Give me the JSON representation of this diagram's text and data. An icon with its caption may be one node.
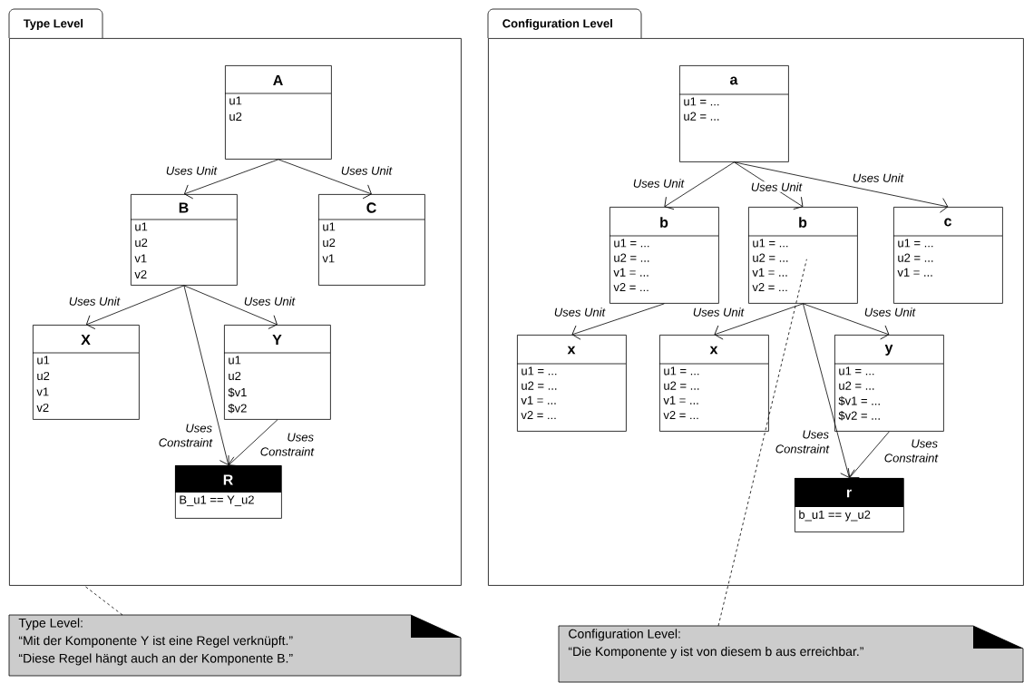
{
  "diagram": {
    "nodes": [
      {
        "text": [
          "Type Level"
        ]
      },
      {
        "text": [
          "A",
          "u1",
          "u2"
        ],
        "in": 0
      },
      {
        "text": [
          "B",
          "u1",
          "u2",
          "v1",
          "v2"
        ],
        "in": 0
      },
      {
        "text": [
          "C",
          "u1",
          "u2",
          "v1"
        ],
        "in": 0
      },
      {
        "text": [
          "X",
          "u1",
          "u2",
          "v1",
          "v2"
        ],
        "in": 0
      },
      {
        "text": [
          "Y",
          "u1",
          "u2",
          "$v1",
          "$v2"
        ],
        "in": 0
      },
      {
        "text": [
          "R",
          "B_u1 == Y_u2"
        ],
        "in": 0
      },
      {
        "text": [
          "Configuration Level"
        ]
      },
      {
        "text": [
          "a",
          "u1 = ...",
          "u2 = ..."
        ],
        "in": 7
      },
      {
        "text": [
          "b",
          "u1 = ...",
          "u2 = ...",
          "v1 = ...",
          "v2 = ..."
        ],
        "in": 7
      },
      {
        "text": [
          "b",
          "u1 = ...",
          "u2 = ...",
          "v1 = ...",
          "v2 = ..."
        ],
        "in": 7
      },
      {
        "text": [
          "c",
          "u1 = ...",
          "u2 = ...",
          "v1 = ..."
        ],
        "in": 7
      },
      {
        "text": [
          "x",
          "u1 = ...",
          "u2 = ...",
          "v1 = ...",
          "v2 = ..."
        ],
        "in": 7
      },
      {
        "text": [
          "x",
          "u1 = ...",
          "u2 = ...",
          "v1 = ...",
          "v2 = ..."
        ],
        "in": 7
      },
      {
        "text": [
          "y",
          "u1 = ...",
          "u2 = ...",
          "$v1 = ...",
          "$v2 = ..."
        ],
        "in": 7
      },
      {
        "text": [
          "r",
          "b_u1 == y_u2"
        ],
        "in": 7
      },
      {
        "text": [
          "Type Level:",
          "“Mit der Komponente Y ist eine Regel verknüpft.”",
          "“Diese Regel hängt auch an der Komponente B.”"
        ]
      },
      {
        "text": [
          "Configuration Level:",
          "“Die Komponente y ist von diesem b aus erreichbar.”"
        ]
      }
    ],
    "edges": [
      {
        "from": 1,
        "to": 2,
        "arrow": "to",
        "label": "Uses Unit"
      },
      {
        "from": 1,
        "to": 3,
        "arrow": "to",
        "label": "Uses Unit"
      },
      {
        "from": 2,
        "to": 4,
        "arrow": "to",
        "label": "Uses Unit"
      },
      {
        "from": 2,
        "to": 5,
        "arrow": "to",
        "label": "Uses Unit"
      },
      {
        "from": 2,
        "to": 6,
        "arrow": "to",
        "label": "Uses Constraint"
      },
      {
        "from": 5,
        "to": 6,
        "arrow": "to",
        "label": "Uses Constraint"
      },
      {
        "from": 8,
        "to": 9,
        "arrow": "to",
        "label": "Uses Unit"
      },
      {
        "from": 8,
        "to": 10,
        "arrow": "to",
        "label": "Uses Unit"
      },
      {
        "from": 8,
        "to": 11,
        "arrow": "to",
        "label": "Uses Unit"
      },
      {
        "from": 9,
        "to": 12,
        "arrow": "to",
        "label": "Uses Unit"
      },
      {
        "from": 10,
        "to": 13,
        "arrow": "to",
        "label": "Uses Unit"
      },
      {
        "from": 10,
        "to": 14,
        "arrow": "to",
        "label": "Uses Unit"
      },
      {
        "from": 10,
        "to": 15,
        "arrow": "to",
        "label": "Uses Constraint"
      },
      {
        "from": 14,
        "to": 15,
        "arrow": "to",
        "label": "Uses Constraint"
      },
      {
        "from": 16,
        "to": 0,
        "arrow": "none",
        "style": "dashed"
      },
      {
        "from": 17,
        "to": 10,
        "arrow": "none",
        "style": "dashed"
      }
    ]
  }
}
